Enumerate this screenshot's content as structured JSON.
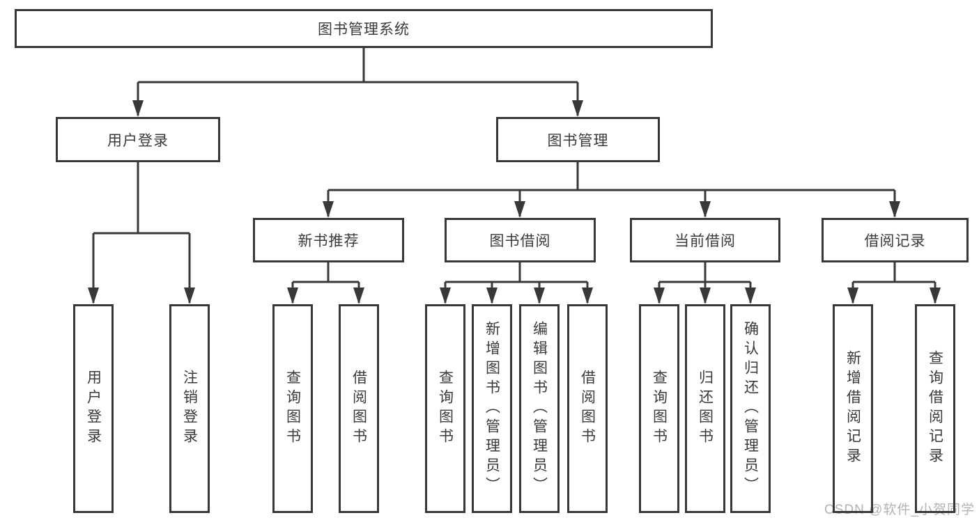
{
  "diagram": {
    "title": "图书管理系统",
    "root": {
      "label": "图书管理系统"
    },
    "level2": [
      {
        "label": "用户登录"
      },
      {
        "label": "图书管理"
      }
    ],
    "level3": [
      {
        "label": "新书推荐",
        "parent": "图书管理"
      },
      {
        "label": "图书借阅",
        "parent": "图书管理"
      },
      {
        "label": "当前借阅",
        "parent": "图书管理"
      },
      {
        "label": "借阅记录",
        "parent": "图书管理"
      }
    ],
    "leaves": [
      {
        "label": "用户登录",
        "parent": "用户登录"
      },
      {
        "label": "注销登录",
        "parent": "用户登录"
      },
      {
        "label": "查询图书",
        "parent": "新书推荐"
      },
      {
        "label": "借阅图书",
        "parent": "新书推荐"
      },
      {
        "label": "查询图书",
        "parent": "图书借阅"
      },
      {
        "label": "新增图书（管理员）",
        "parent": "图书借阅"
      },
      {
        "label": "编辑图书（管理员）",
        "parent": "图书借阅"
      },
      {
        "label": "借阅图书",
        "parent": "图书借阅"
      },
      {
        "label": "查询图书",
        "parent": "当前借阅"
      },
      {
        "label": "归还图书",
        "parent": "当前借阅"
      },
      {
        "label": "确认归还（管理员）",
        "parent": "当前借阅"
      },
      {
        "label": "新增借阅记录",
        "parent": "借阅记录"
      },
      {
        "label": "查询借阅记录",
        "parent": "借阅记录"
      }
    ]
  },
  "watermark": {
    "text": "CSDN @软件_小贺同学"
  },
  "colors": {
    "line": "#383838",
    "text": "#3a3a3a",
    "background": "#ffffff",
    "watermark": "#b3b3b3"
  }
}
